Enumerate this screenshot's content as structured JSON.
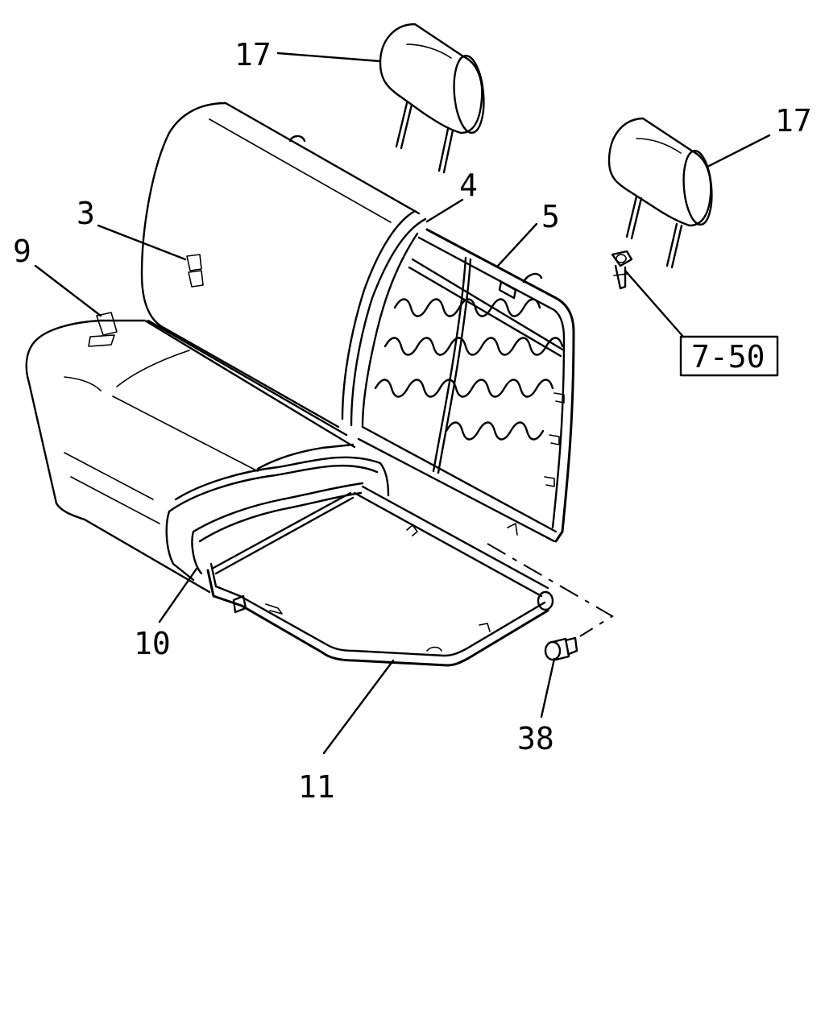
{
  "callouts": [
    {
      "id": "c17a",
      "label": "17"
    },
    {
      "id": "c17b",
      "label": "17"
    },
    {
      "id": "c3",
      "label": "3"
    },
    {
      "id": "c4",
      "label": "4"
    },
    {
      "id": "c5",
      "label": "5"
    },
    {
      "id": "c9",
      "label": "9"
    },
    {
      "id": "c750",
      "label": "7-50"
    },
    {
      "id": "c10",
      "label": "10"
    },
    {
      "id": "c38",
      "label": "38"
    },
    {
      "id": "c11",
      "label": "11"
    }
  ]
}
